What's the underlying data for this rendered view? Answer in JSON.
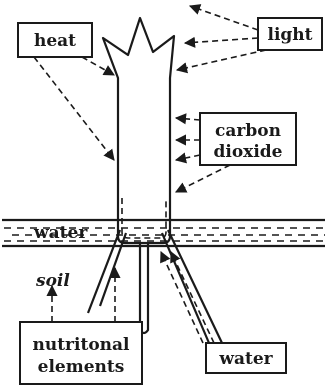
{
  "labels": {
    "heat": "heat",
    "light": "light",
    "carbon_dioxide_line1": "carbon",
    "carbon_dioxide_line2": "dioxide",
    "water_layer": "water",
    "soil": "soil",
    "nutritional_line1": "nutritonal",
    "nutritional_line2": "elements",
    "water_box": "water"
  }
}
